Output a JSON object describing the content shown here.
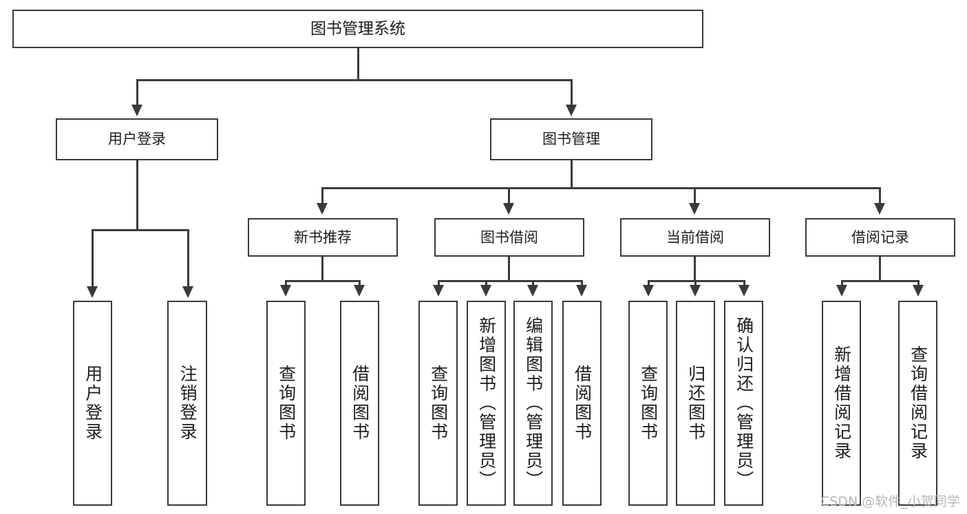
{
  "diagram": {
    "type": "tree",
    "title": "图书管理系统",
    "root": {
      "id": "root",
      "label": "图书管理系统"
    },
    "level2": [
      {
        "id": "user-login",
        "label": "用户登录"
      },
      {
        "id": "book-manage",
        "label": "图书管理"
      }
    ],
    "level3": [
      {
        "id": "new-book-rec",
        "label": "新书推荐",
        "parent": "book-manage"
      },
      {
        "id": "book-borrow",
        "label": "图书借阅",
        "parent": "book-manage"
      },
      {
        "id": "current-borrow",
        "label": "当前借阅",
        "parent": "book-manage"
      },
      {
        "id": "borrow-record",
        "label": "借阅记录",
        "parent": "book-manage"
      }
    ],
    "leaves": {
      "user_login": [
        {
          "id": "leaf-user-login",
          "label": "用户登录"
        },
        {
          "id": "leaf-logout",
          "label": "注销登录"
        }
      ],
      "new_book_rec": [
        {
          "id": "leaf-query-book-1",
          "label": "查询图书"
        },
        {
          "id": "leaf-borrow-book-1",
          "label": "借阅图书"
        }
      ],
      "book_borrow": [
        {
          "id": "leaf-query-book-2",
          "label": "查询图书"
        },
        {
          "id": "leaf-add-book",
          "label": "新增图书（管理员）"
        },
        {
          "id": "leaf-edit-book",
          "label": "编辑图书（管理员）"
        },
        {
          "id": "leaf-borrow-book-2",
          "label": "借阅图书"
        }
      ],
      "current_borrow": [
        {
          "id": "leaf-query-book-3",
          "label": "查询图书"
        },
        {
          "id": "leaf-return-book",
          "label": "归还图书"
        },
        {
          "id": "leaf-confirm-return",
          "label": "确认归还（管理员）"
        }
      ],
      "borrow_record": [
        {
          "id": "leaf-add-record",
          "label": "新增借阅记录"
        },
        {
          "id": "leaf-query-record",
          "label": "查询借阅记录"
        }
      ]
    }
  },
  "watermark": {
    "text": "CSDN @软件_小贺同学"
  },
  "colors": {
    "stroke": "#3a3a3a",
    "text": "#1d1d1d",
    "background": "#ffffff",
    "watermark": "#b7b7b7"
  }
}
